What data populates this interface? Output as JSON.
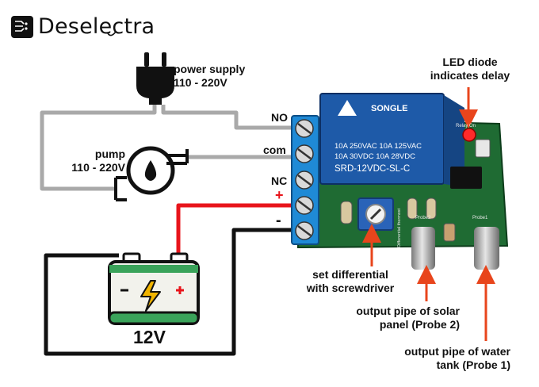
{
  "brand": {
    "name": "Deselectra",
    "logo_icon": "circuit-chip-icon"
  },
  "labels": {
    "power_supply_line1": "power supply",
    "power_supply_line2": "110 - 220V",
    "pump_line1": "pump",
    "pump_line2": "110 - 220V",
    "terminal_no": "NO",
    "terminal_com": "com",
    "terminal_nc": "NC",
    "terminal_plus": "+",
    "terminal_minus": "-",
    "battery_voltage": "12V",
    "led_line1": "LED diode",
    "led_line2": "indicates delay",
    "screw_line1": "set differential",
    "screw_line2": "with screwdriver",
    "probe2_line1": "output pipe of solar",
    "probe2_line2": "panel (Probe 2)",
    "probe1_line1": "output pipe of water",
    "probe1_line2": "tank (Probe 1)"
  },
  "relay": {
    "brand": "SONGLE",
    "line1": "10A 250VAC 10A 125VAC",
    "line2": "10A  30VDC 10A  28VDC",
    "model": "SRD-12VDC-SL-C"
  },
  "board_silk": {
    "relay_on": "Relay On",
    "probe2": "Probe2",
    "probe1": "Probe1",
    "differential": "Differential thermost"
  },
  "colors": {
    "wire_gray": "#a9a9a9",
    "wire_red": "#e8141b",
    "wire_black": "#111111",
    "annotation_arrow": "#e8451c",
    "board_green": "#1f6b33",
    "relay_blue": "#1e5aa8",
    "terminal_blue": "#1f8ad6",
    "battery_green": "#3aa35a"
  }
}
